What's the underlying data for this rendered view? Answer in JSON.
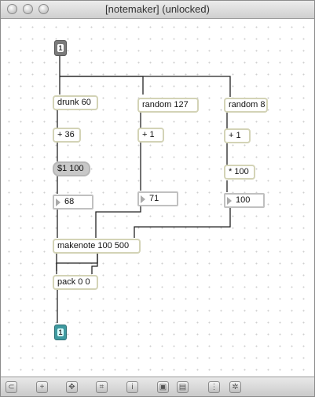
{
  "window": {
    "title": "[notemaker] (unlocked)"
  },
  "patch": {
    "inlet_label": "1",
    "outlet_label": "1",
    "objects": {
      "drunk": "drunk 60",
      "random127": "random 127",
      "random8": "random 8",
      "plus36": "+ 36",
      "plus1a": "+ 1",
      "plus1b": "+ 1",
      "times100": "* 100",
      "makenote": "makenote 100 500",
      "pack": "pack 0 0"
    },
    "message_box": "$1 100",
    "number_boxes": {
      "n1": "68",
      "n2": "71",
      "n3": "100"
    }
  },
  "toolbar": {
    "icons": [
      "patcher-icon",
      "add-icon",
      "move-icon",
      "presentation-icon",
      "info-icon",
      "inspector-icon",
      "clipboard-icon",
      "grid-icon",
      "snap-icon"
    ]
  }
}
